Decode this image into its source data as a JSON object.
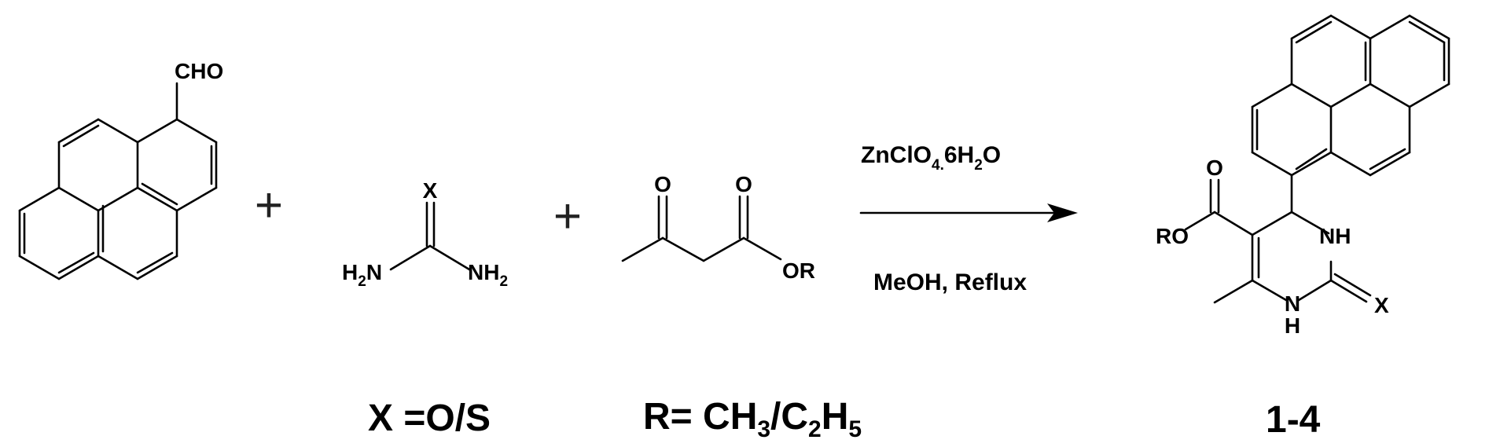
{
  "reactants": {
    "aldehyde": {
      "substituent": "CHO"
    },
    "urea": {
      "x_atom": "X",
      "amine_left": "H",
      "amine_left_sub": "2",
      "amine_left_n": "N",
      "amine_right": "NH",
      "amine_right_sub": "2"
    },
    "ketoester": {
      "oxygen_1": "O",
      "oxygen_2": "O",
      "ester": "OR"
    }
  },
  "conditions": {
    "catalyst": "ZnClO",
    "catalyst_sub": "4.",
    "catalyst_rest": "6H",
    "catalyst_sub2": "2",
    "catalyst_end": "O",
    "solvent": "MeOH, Reflux"
  },
  "product": {
    "ester_o": "O",
    "ester_or": "RO",
    "nh_top": "NH",
    "n_bottom": "N",
    "h_bottom": "H",
    "x_atom": "X",
    "label": "1-4"
  },
  "footnotes": {
    "x_def": "X =O/S",
    "r_def_prefix": "R= CH",
    "r_def_sub1": "3",
    "r_def_mid": "/C",
    "r_def_sub2": "2",
    "r_def_h": "H",
    "r_def_sub3": "5"
  },
  "plus_sign": "+"
}
